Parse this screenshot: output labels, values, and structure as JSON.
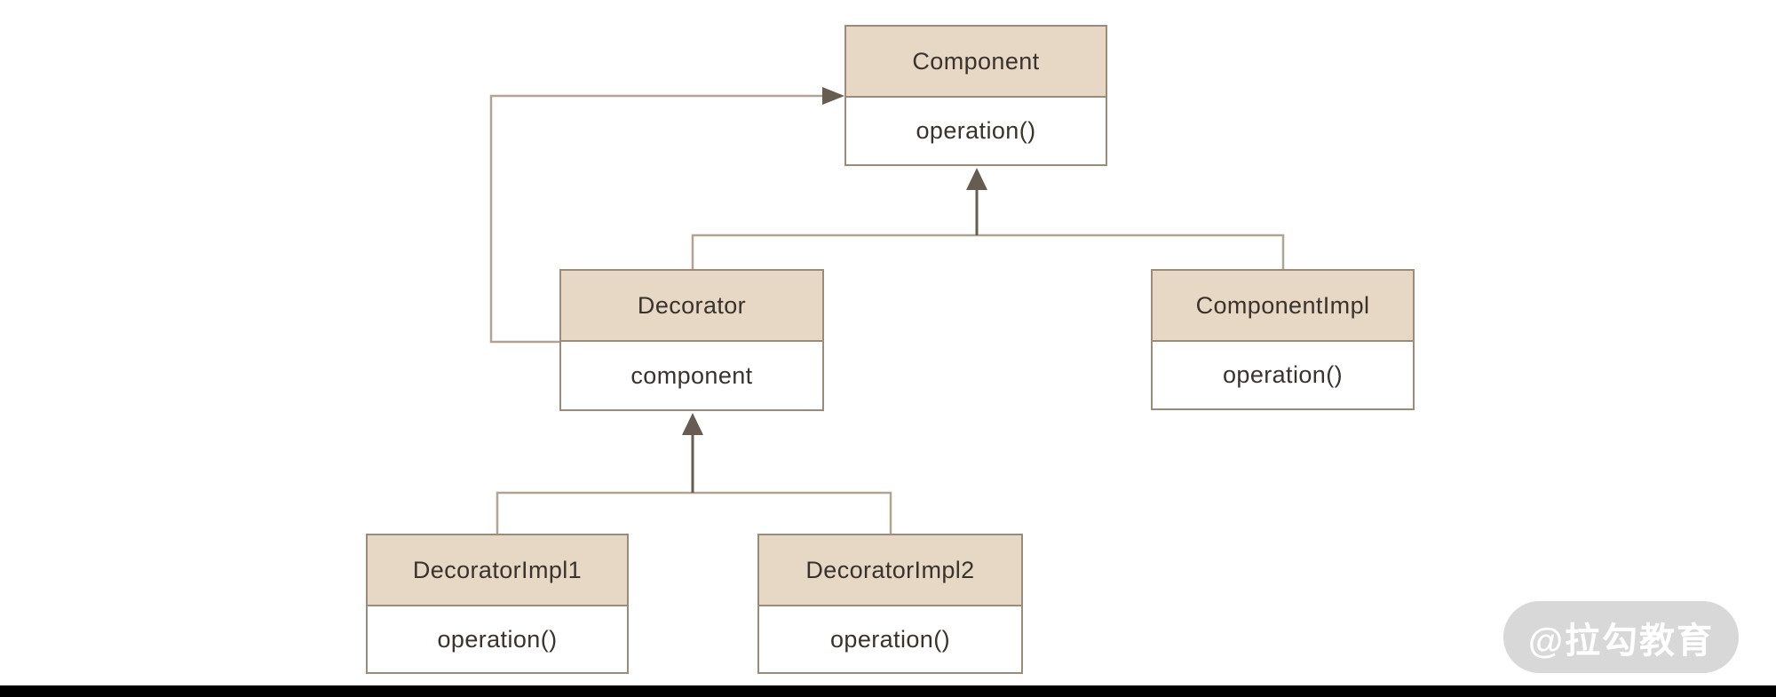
{
  "diagram": {
    "kind": "uml-class-diagram",
    "pattern": "Decorator",
    "classes": {
      "component": {
        "name": "Component",
        "members": [
          "operation()"
        ]
      },
      "decorator": {
        "name": "Decorator",
        "members": [
          "component"
        ]
      },
      "component_impl": {
        "name": "ComponentImpl",
        "members": [
          "operation()"
        ]
      },
      "decorator_impl1": {
        "name": "DecoratorImpl1",
        "members": [
          "operation()"
        ]
      },
      "decorator_impl2": {
        "name": "DecoratorImpl2",
        "members": [
          "operation()"
        ]
      }
    },
    "relationships": [
      {
        "from": "Decorator",
        "to": "Component",
        "type": "directed-association"
      },
      {
        "from": "Decorator",
        "to": "Component",
        "type": "generalization"
      },
      {
        "from": "ComponentImpl",
        "to": "Component",
        "type": "generalization"
      },
      {
        "from": "DecoratorImpl1",
        "to": "Decorator",
        "type": "generalization"
      },
      {
        "from": "DecoratorImpl2",
        "to": "Decorator",
        "type": "generalization"
      }
    ],
    "colors": {
      "class_header_fill": "#e6d8c5",
      "class_body_fill": "#ffffff",
      "class_border": "#9a8b7b",
      "connector_line": "#b2a493",
      "arrow_fill": "#665c51",
      "text": "#39332c"
    }
  },
  "watermark": {
    "text": "@拉勾教育",
    "background": "#d8d8d8",
    "text_color": "#ffffff"
  }
}
